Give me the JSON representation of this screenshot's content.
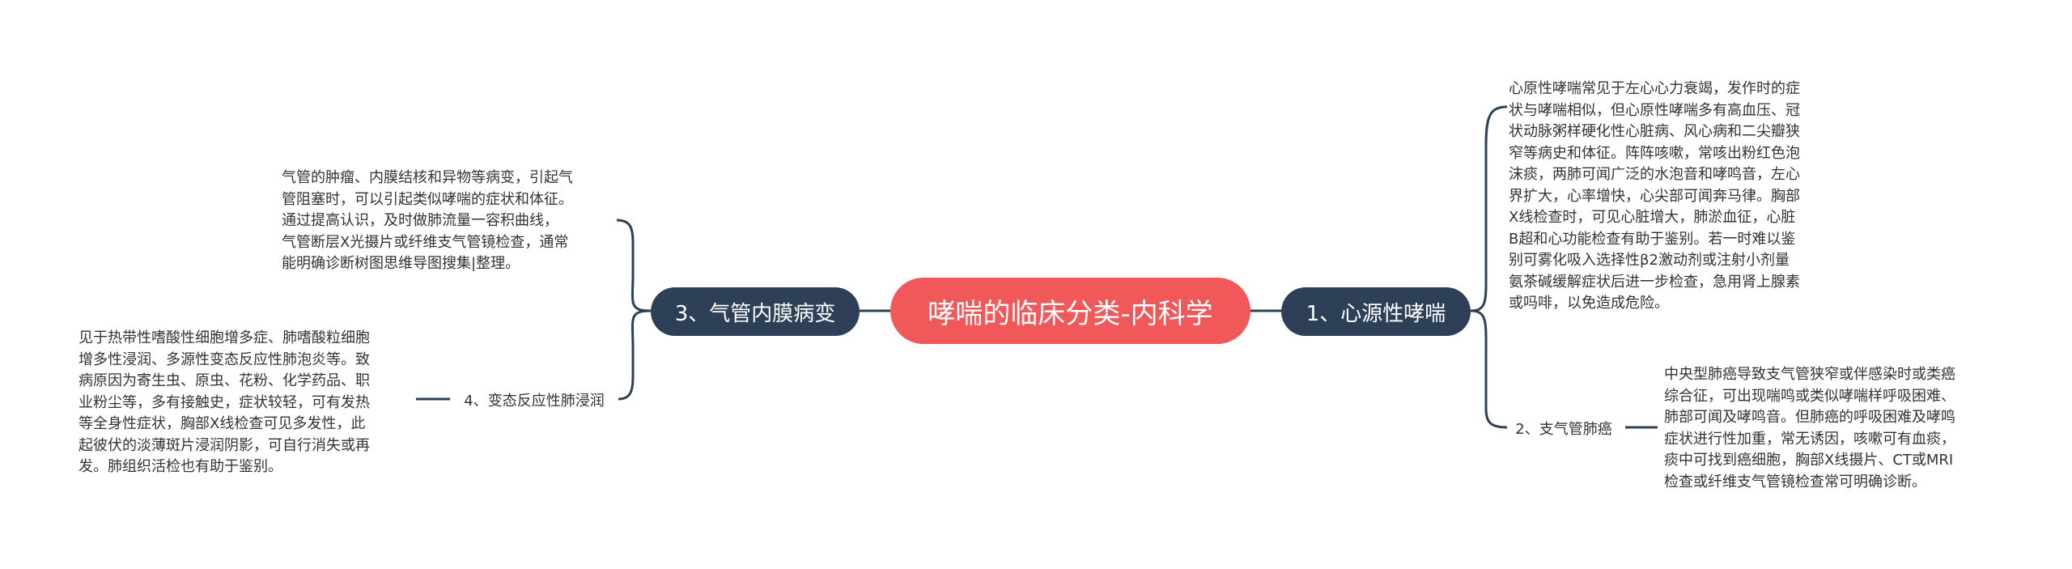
{
  "mindmap": {
    "root": {
      "label": "哮喘的临床分类-内科学"
    },
    "left": {
      "label": "3、气管内膜病变",
      "description": [
        "气管的肿瘤、内膜结核和异物等病变，引起气",
        "管阻塞时，可以引起类似哮喘的症状和体征。",
        "通过提高认识，及时做肺流量一容积曲线，",
        "气管断层X光摄片或纤维支气管镜检查，通常",
        "能明确诊断树图思维导图搜集|整理。"
      ],
      "child": {
        "label": "4、变态反应性肺浸润",
        "description": [
          "见于热带性嗜酸性细胞增多症、肺嗜酸粒细胞",
          "增多性浸润、多源性变态反应性肺泡炎等。致",
          "病原因为寄生虫、原虫、花粉、化学药品、职",
          "业粉尘等，多有接触史，症状较轻，可有发热",
          "等全身性症状，胸部X线检查可见多发性，此",
          "起彼伏的淡薄斑片浸润阴影，可自行消失或再",
          "发。肺组织活检也有助于鉴别。"
        ]
      }
    },
    "right": {
      "label": "1、心源性哮喘",
      "description": [
        "心原性哮喘常见于左心心力衰竭，发作时的症",
        "状与哮喘相似，但心原性哮喘多有高血压、冠",
        "状动脉粥样硬化性心脏病、风心病和二尖瓣狭",
        "窄等病史和体征。阵阵咳嗽，常咳出粉红色泡",
        "沫痰，两肺可闻广泛的水泡音和哮鸣音，左心",
        "界扩大，心率增快，心尖部可闻奔马律。胸部",
        "X线检查时，可见心脏增大，肺淤血征，心脏",
        "B超和心功能检查有助于鉴别。若一时难以鉴",
        "别可雾化吸入选择性β2激动剂或注射小剂量",
        "氨茶碱缓解症状后进一步检查，急用肾上腺素",
        "或吗啡，以免造成危险。"
      ],
      "child": {
        "label": "2、支气管肺癌",
        "description": [
          "中央型肺癌导致支气管狭窄或伴感染时或类癌",
          "综合征，可出现喘鸣或类似哮喘样呼吸困难、",
          "肺部可闻及哮鸣音。但肺癌的呼吸困难及哮鸣",
          "症状进行性加重，常无诱因，咳嗽可有血痰，",
          "痰中可找到癌细胞，胸部X线摄片、CT或MRI",
          "检查或纤维支气管镜检查常可明确诊断。"
        ]
      }
    },
    "colors": {
      "root_fill": "#f0585a",
      "main_fill": "#2e4057",
      "line": "#2e4057",
      "text": "#333333"
    }
  }
}
